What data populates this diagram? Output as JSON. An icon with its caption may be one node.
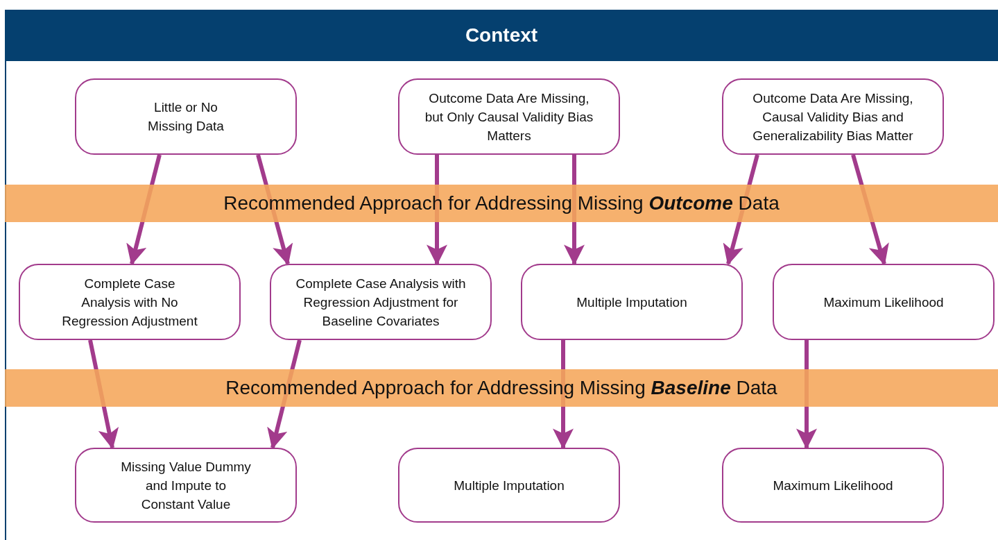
{
  "diagram": {
    "nodes": [
      {
        "text": [
          "Context"
        ]
      },
      {
        "text": [
          "Little or No Missing Data"
        ]
      },
      {
        "text": [
          "Outcome Data Are Missing, but Only Causal Validity Bias Matters"
        ]
      },
      {
        "text": [
          "Outcome Data Are Missing, Causal Validity Bias and Generalizability Bias Matter"
        ]
      },
      {
        "text": [
          "Complete Case Analysis with No Regression Adjustment"
        ]
      },
      {
        "text": [
          "Complete Case Analysis with Regression Adjustment for Baseline Covariates"
        ]
      },
      {
        "text": [
          "Multiple Imputation"
        ]
      },
      {
        "text": [
          "Maximum Likelihood"
        ]
      },
      {
        "text": [
          "Missing Value Dummy and Impute to Constant Value"
        ]
      },
      {
        "text": [
          "Multiple Imputation"
        ]
      },
      {
        "text": [
          "Maximum Likelihood"
        ]
      }
    ],
    "edges": [
      {
        "from": 1,
        "to": 4,
        "arrow": "to"
      },
      {
        "from": 1,
        "to": 5,
        "arrow": "to"
      },
      {
        "from": 2,
        "to": 5,
        "arrow": "to"
      },
      {
        "from": 2,
        "to": 6,
        "arrow": "to"
      },
      {
        "from": 3,
        "to": 6,
        "arrow": "to"
      },
      {
        "from": 3,
        "to": 7,
        "arrow": "to"
      },
      {
        "from": 4,
        "to": 8,
        "arrow": "to"
      },
      {
        "from": 5,
        "to": 8,
        "arrow": "to"
      },
      {
        "from": 6,
        "to": 9,
        "arrow": "to"
      },
      {
        "from": 7,
        "to": 10,
        "arrow": "to"
      }
    ],
    "labels": [
      "Recommended Approach for Addressing Missing **Outcome** Data",
      "Recommended Approach for Addressing Missing **Baseline** Data"
    ]
  }
}
